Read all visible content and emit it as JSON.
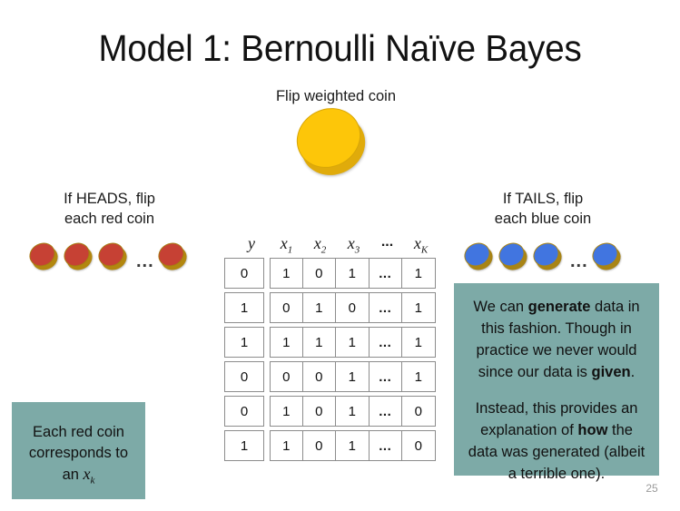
{
  "slide": {
    "title": "Model 1: Bernoulli Naïve Bayes",
    "page_number": "25",
    "background_color": "#ffffff",
    "accent_color": "#7daaa7"
  },
  "captions": {
    "flip_coin": "Flip weighted coin",
    "heads": "If HEADS, flip\neach red coin",
    "tails": "If TAILS, flip\neach blue coin"
  },
  "coins": {
    "master": {
      "name": "gold-weighted-coin",
      "color": "#fdc609",
      "edge_color": "#d7a608"
    },
    "red": {
      "count": 4,
      "color": "#c64134",
      "edge_color": "#a67c12",
      "ellipsis": "..."
    },
    "blue": {
      "count": 4,
      "color": "#4175e0",
      "edge_color": "#a88415",
      "ellipsis": "..."
    }
  },
  "table": {
    "y_header": "y",
    "x_headers": [
      "x",
      "x",
      "x",
      "...",
      "x"
    ],
    "x_header_subs": [
      "1",
      "2",
      "3",
      "",
      "K"
    ],
    "dots_label": "...",
    "rows": [
      {
        "y": "0",
        "x": [
          "1",
          "0",
          "1",
          "...",
          "1"
        ]
      },
      {
        "y": "1",
        "x": [
          "0",
          "1",
          "0",
          "...",
          "1"
        ]
      },
      {
        "y": "1",
        "x": [
          "1",
          "1",
          "1",
          "...",
          "1"
        ]
      },
      {
        "y": "0",
        "x": [
          "0",
          "0",
          "1",
          "...",
          "1"
        ]
      },
      {
        "y": "0",
        "x": [
          "1",
          "0",
          "1",
          "...",
          "0"
        ]
      },
      {
        "y": "1",
        "x": [
          "1",
          "0",
          "1",
          "...",
          "0"
        ]
      }
    ]
  },
  "callouts": {
    "left": {
      "line1": "Each red coin",
      "line2": "corresponds to",
      "line3_prefix": "an ",
      "line3_var": "x",
      "line3_sub": "k"
    },
    "right": {
      "p1_a": "We can ",
      "p1_b": "generate",
      "p1_c": " data in this fashion. Though in practice we never would since our data is ",
      "p1_d": "given",
      "p1_e": ".",
      "p2_a": "Instead, this provides an explanation of ",
      "p2_b": "how",
      "p2_c": " the data was generated (albeit a terrible one)."
    }
  }
}
